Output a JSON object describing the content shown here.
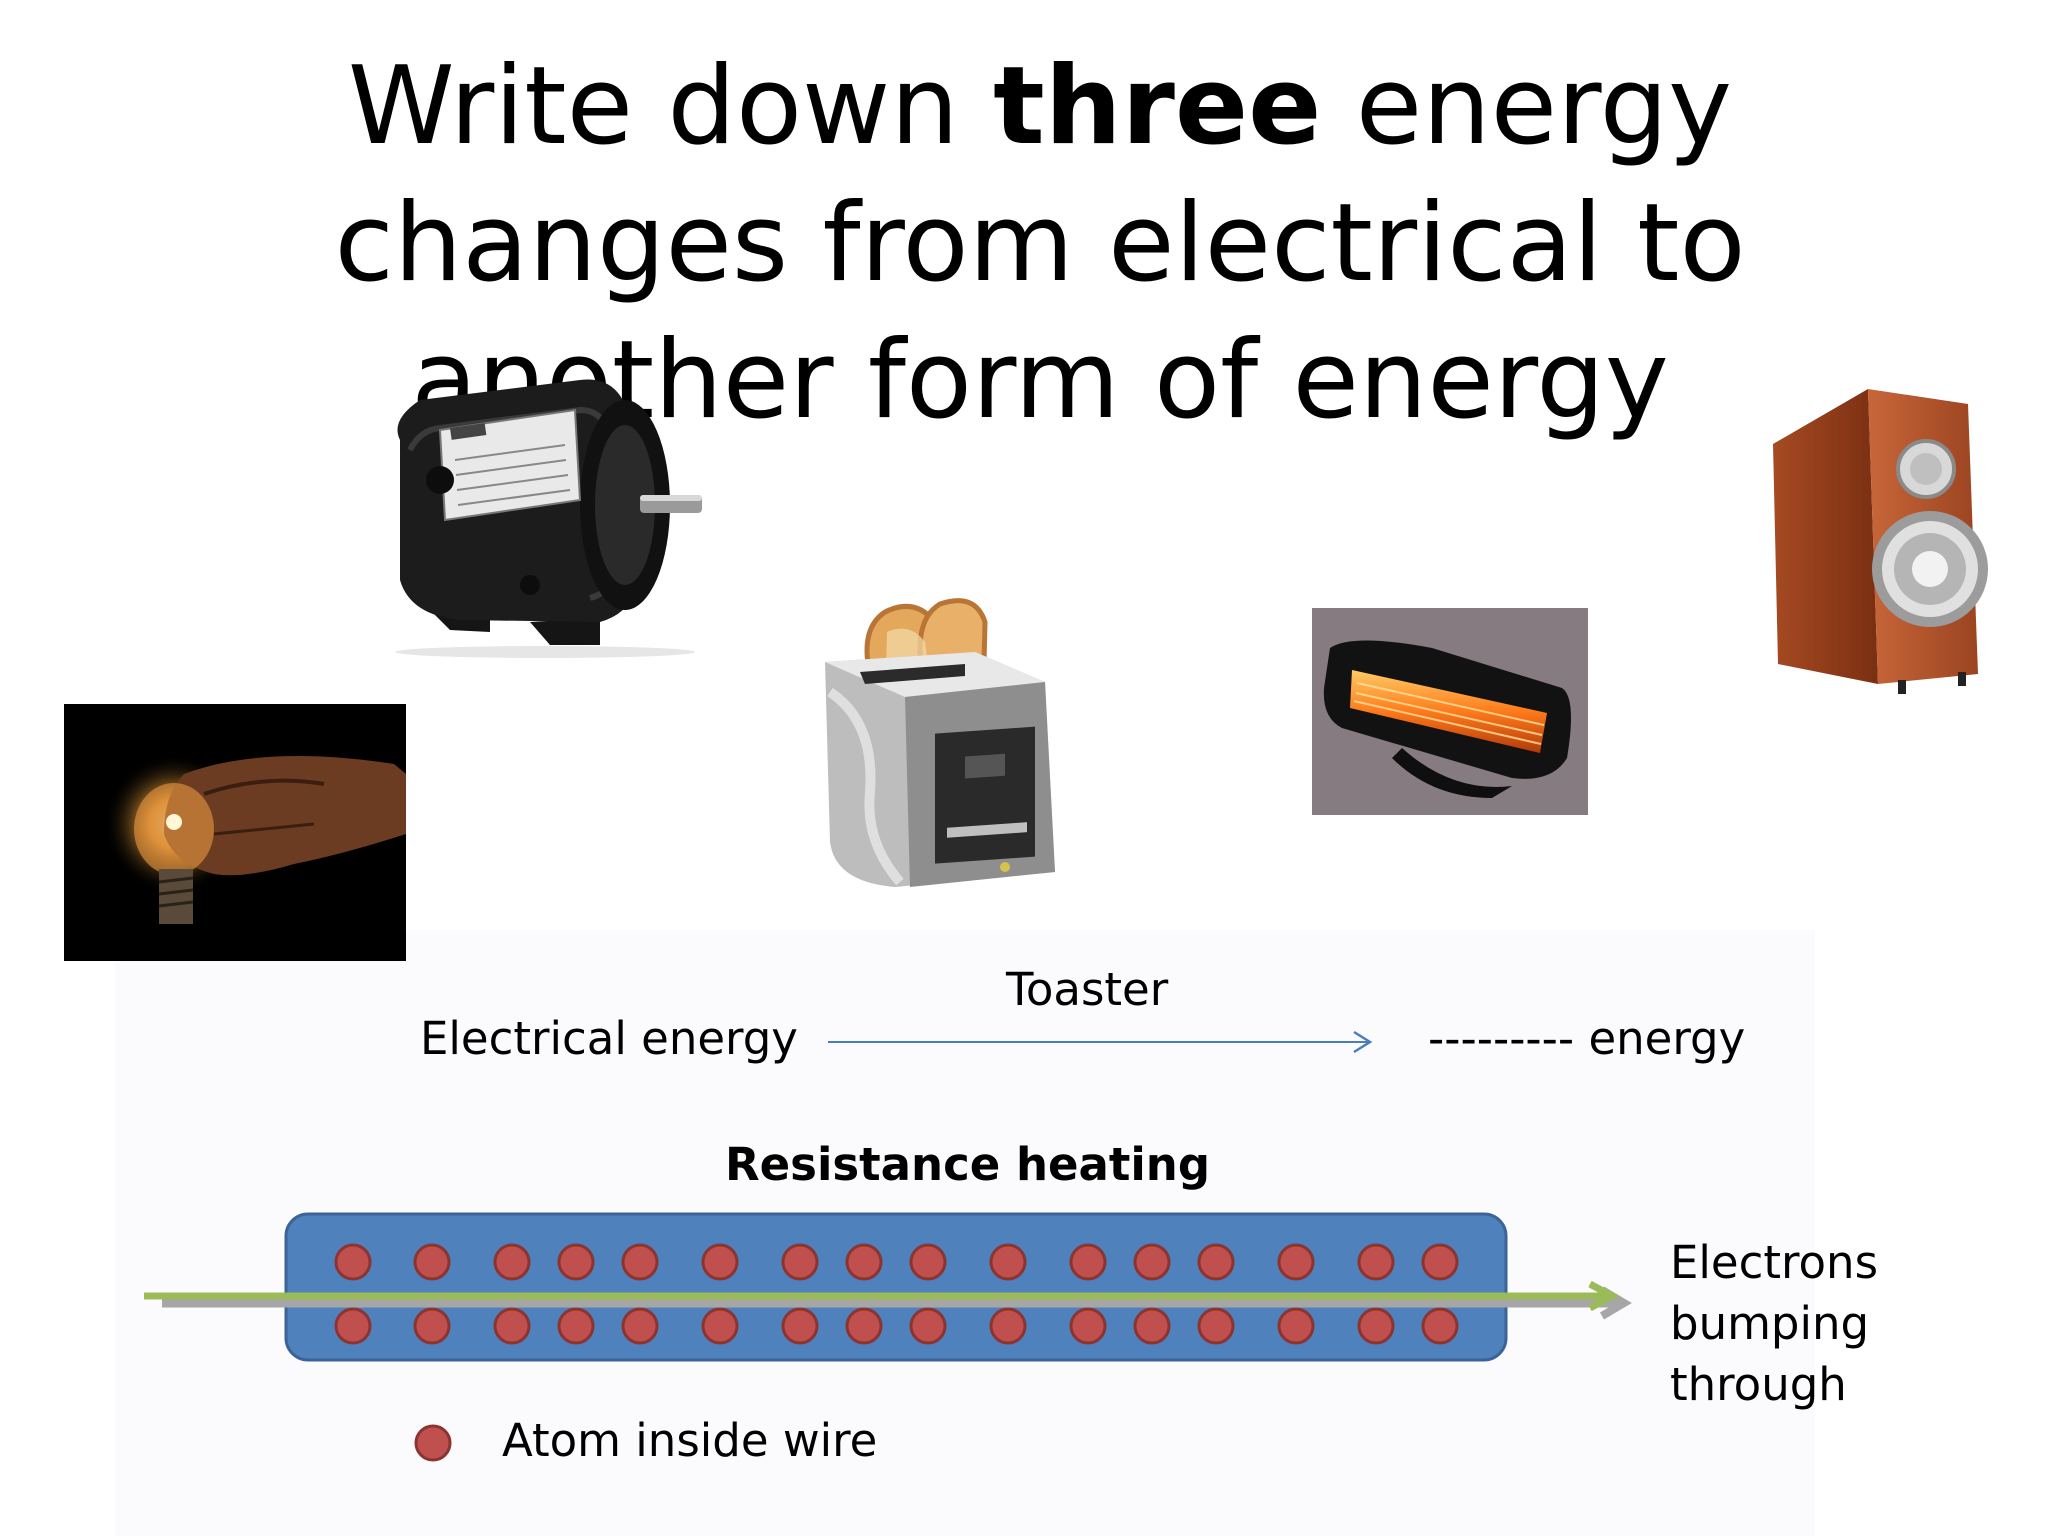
{
  "title": {
    "part1": "Write down ",
    "bold": "three",
    "part2": " energy changes from electrical to another form of energy"
  },
  "images": {
    "motor": "electric-motor",
    "toaster": "toaster",
    "heater": "electric-heater",
    "speaker": "loudspeaker",
    "bulb": "light-bulb"
  },
  "energy_change": {
    "input": "Electrical energy",
    "device": "Toaster",
    "output": "--------- energy",
    "arrow_color": "#4a7ebb"
  },
  "diagram": {
    "title": "Resistance heating",
    "atoms_per_row": 16,
    "rows": 2,
    "wire_color": "#4f81bd",
    "atom_color": "#c0504d",
    "electron_arrow_color": "#9bbb59",
    "electrons_label": [
      "Electrons",
      "bumping",
      "through"
    ],
    "legend_label": "Atom inside wire"
  }
}
